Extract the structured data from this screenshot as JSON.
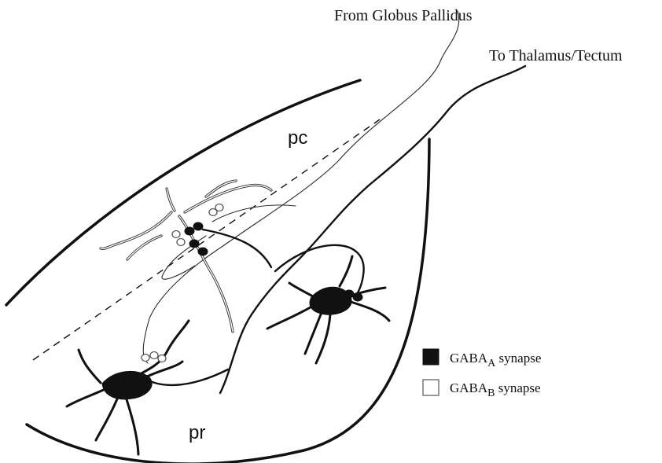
{
  "labels": {
    "from_globus_pallidus": "From Globus Pallidus",
    "to_thalamus_tectum": "To Thalamus/Tectum",
    "pars_compacta": "pc",
    "pars_reticulata": "pr"
  },
  "legend": {
    "gaba_a": {
      "prefix": "GABA",
      "subscript": "A",
      "suffix": " synapse",
      "symbol": "filled-square",
      "color": "#111111"
    },
    "gaba_b": {
      "prefix": "GABA",
      "subscript": "B",
      "suffix": " synapse",
      "symbol": "open-square",
      "color": "#ffffff"
    }
  }
}
